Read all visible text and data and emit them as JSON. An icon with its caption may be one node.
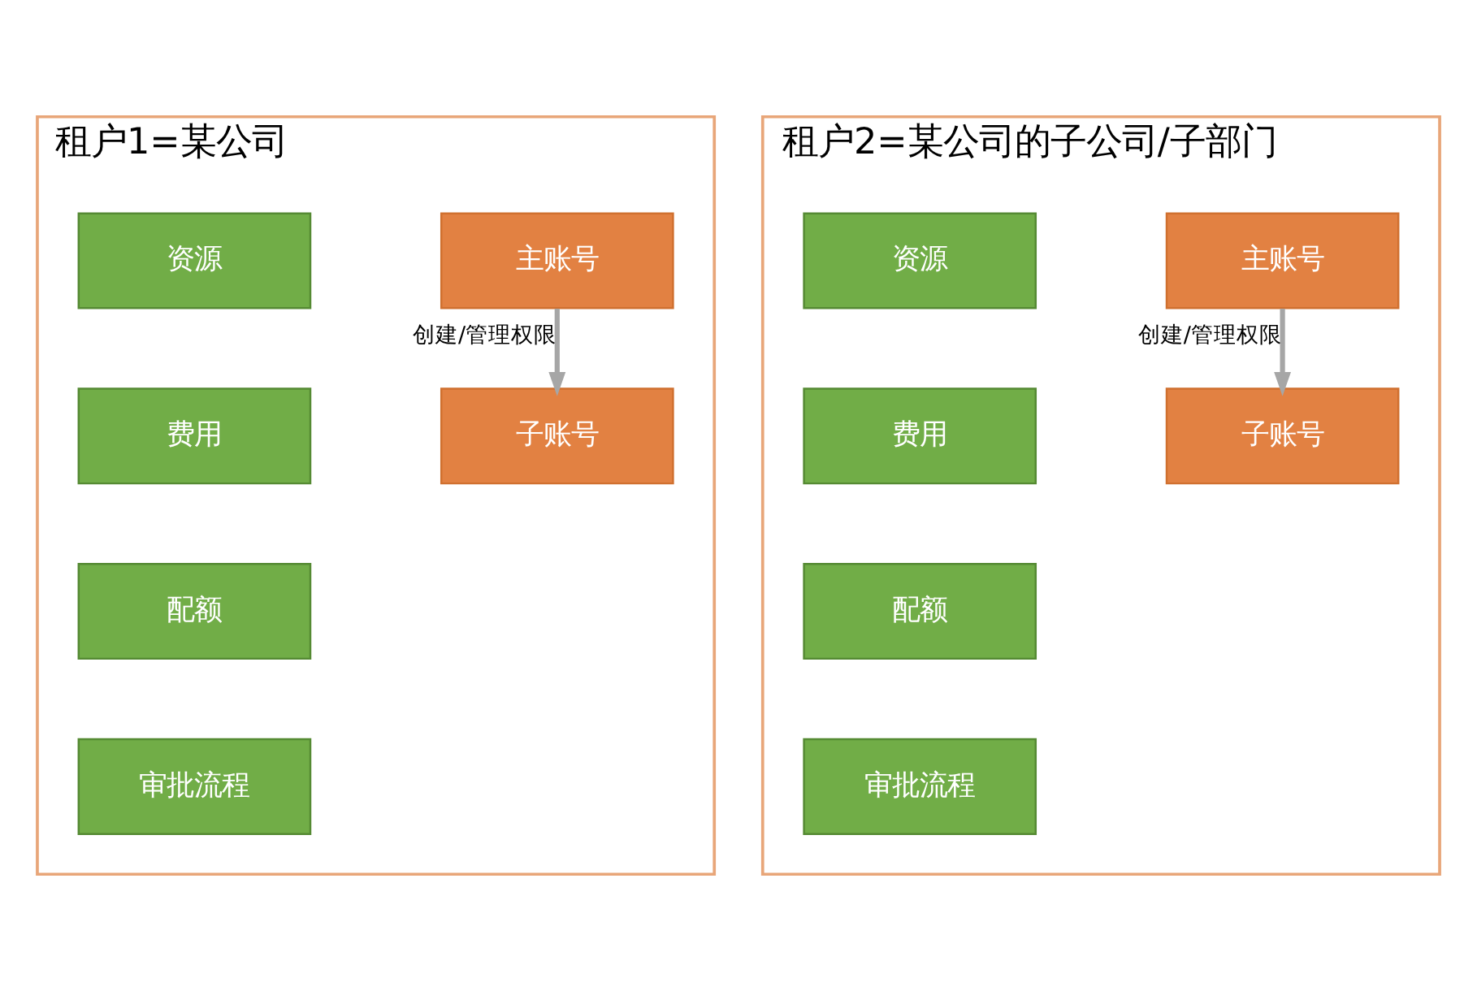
{
  "diagram": {
    "nodes": [
      {
        "text": [
          "租户1=某公司"
        ]
      },
      {
        "text": [
          "主账号"
        ],
        "in": 0
      },
      {
        "text": [
          "资源"
        ],
        "in": 0
      },
      {
        "text": [
          "子账号"
        ],
        "in": 0
      },
      {
        "text": [
          "费用"
        ],
        "in": 0
      },
      {
        "text": [
          "配额"
        ],
        "in": 0
      },
      {
        "text": [
          "审批流程"
        ],
        "in": 0
      },
      {
        "text": [
          "租户2=某公司的子公司/子部门"
        ]
      },
      {
        "text": [
          "主账号"
        ],
        "in": 7
      },
      {
        "text": [
          "资源"
        ],
        "in": 7
      },
      {
        "text": [
          "子账号"
        ],
        "in": 7
      },
      {
        "text": [
          "费用"
        ],
        "in": 7
      },
      {
        "text": [
          "配额"
        ],
        "in": 7
      },
      {
        "text": [
          "审批流程"
        ],
        "in": 7
      }
    ],
    "edges": [
      {
        "from": 1,
        "to": 3,
        "arrow": "to",
        "label": "创建/管理权限"
      },
      {
        "from": 8,
        "to": 10,
        "arrow": "to",
        "label": "创建/管理权限"
      }
    ]
  }
}
